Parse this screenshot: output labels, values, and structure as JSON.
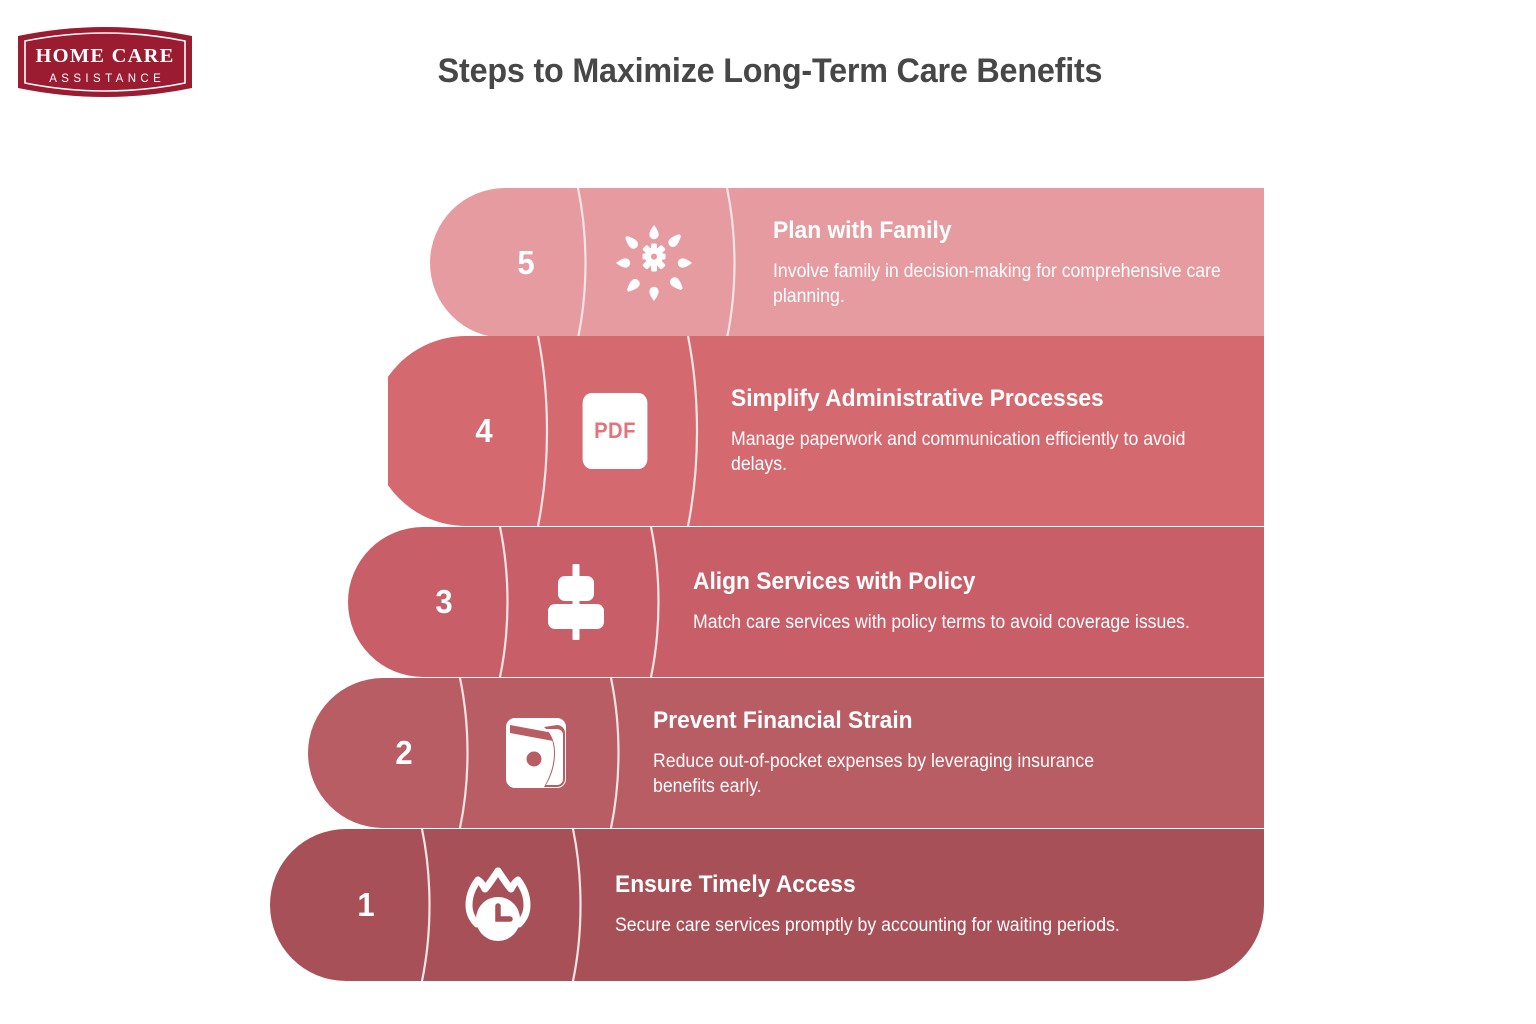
{
  "logo": {
    "name": "home-care-assistance",
    "line1": "HOME CARE",
    "line2": "ASSISTANCE",
    "badge_color": "#9B1B30",
    "text_color": "#FFFFFF"
  },
  "header": {
    "title": "Steps to Maximize Long-Term Care Benefits",
    "title_color": "#474747"
  },
  "palette": {
    "step5": "#E59B9F",
    "step4": "#D4696F",
    "step3": "#C85F68",
    "step2": "#B85D63",
    "step1": "#A85057",
    "divider": "#F7E4E4",
    "pdf_chip_bg": "#FFFFFF",
    "pdf_chip_text": "#E4737B",
    "text": "#FFFFFF"
  },
  "steps": [
    {
      "number": "5",
      "title": "Plan with Family",
      "description": "Involve family in decision-making for comprehensive care planning.",
      "icon": "radiating-gear-icon",
      "color": "#E59B9F"
    },
    {
      "number": "4",
      "title": "Simplify Administrative Processes",
      "description": "Manage paperwork and communication efficiently to avoid delays.",
      "icon": "pdf-document-icon",
      "icon_label": "PDF",
      "color": "#D4696F"
    },
    {
      "number": "3",
      "title": "Align Services with Policy",
      "description": "Match care services with policy terms to avoid coverage issues.",
      "icon": "align-slider-icon",
      "color": "#C85F68"
    },
    {
      "number": "2",
      "title": "Prevent Financial Strain",
      "description": "Reduce out-of-pocket expenses by leveraging insurance benefits early.",
      "icon": "wallet-icon",
      "color": "#B85D63"
    },
    {
      "number": "1",
      "title": "Ensure Timely Access",
      "description": "Secure care services promptly by accounting for waiting periods.",
      "icon": "flame-clock-icon",
      "color": "#A85057"
    }
  ]
}
